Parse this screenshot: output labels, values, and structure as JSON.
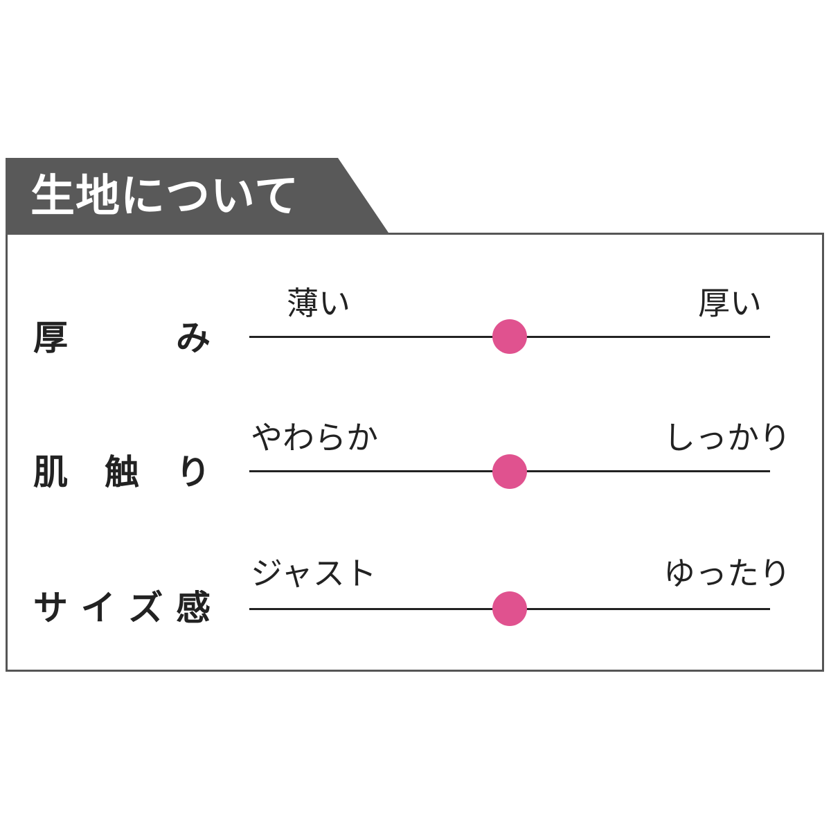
{
  "header": {
    "title": "生地について"
  },
  "colors": {
    "header_bg": "#595959",
    "marker": "#e0528f",
    "line": "#222222"
  },
  "rows": [
    {
      "label_chars": [
        "厚",
        "み"
      ],
      "left_label": "薄い",
      "right_label": "厚い",
      "position": 0.5
    },
    {
      "label_chars": [
        "肌",
        "触",
        "り"
      ],
      "left_label": "やわらか",
      "right_label": "しっかり",
      "position": 0.5
    },
    {
      "label_chars": [
        "サ",
        "イ",
        "ズ",
        "感"
      ],
      "left_label": "ジャスト",
      "right_label": "ゆったり",
      "position": 0.5
    }
  ]
}
